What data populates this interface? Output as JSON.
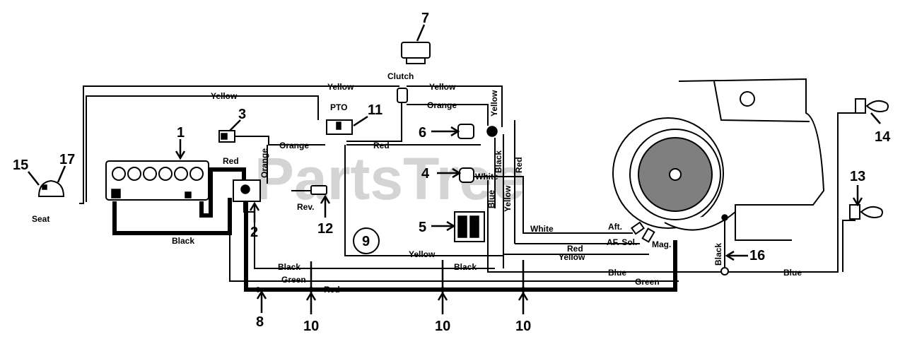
{
  "watermark": "PartsTree",
  "part_numbers": {
    "n1": "1",
    "n2": "2",
    "n3": "3",
    "n4": "4",
    "n5": "5",
    "n6": "6",
    "n7": "7",
    "n8": "8",
    "n9": "9",
    "n10a": "10",
    "n10b": "10",
    "n10c": "10",
    "n11": "11",
    "n12": "12",
    "n13": "13",
    "n14": "14",
    "n15": "15",
    "n16": "16",
    "n17": "17"
  },
  "labels": {
    "clutch": "Clutch",
    "pto": "PTO",
    "seat": "Seat",
    "rev": "Rev.",
    "aft": "Aft.",
    "af_sol": "AF. Sol.",
    "mag": "Mag."
  },
  "wires": {
    "yellow_top_left": "Yellow",
    "yellow_top_mid": "Yellow",
    "yellow_top_right": "Yellow",
    "yellow_vertical": "Yellow",
    "orange_pto": "Orange",
    "orange_mid": "Orange",
    "orange_vertical": "Orange",
    "red_battery": "Red",
    "red_mid": "Red",
    "red_vertical": "Red",
    "black_vertical": "Black",
    "white_mid": "White",
    "yellow_vertical2": "Yellow",
    "blue_vertical": "Blue",
    "white_lower": "White",
    "red_lower": "Red",
    "yellow_lower": "Yellow",
    "black_battery": "Black",
    "yellow_bottom": "Yellow",
    "black_bottom_left": "Black",
    "black_bottom_mid": "Black",
    "green_bottom_left": "Green",
    "red_bottom": "Red",
    "blue_bottom_mid": "Blue",
    "green_bottom_right": "Green",
    "blue_bottom_right": "Blue",
    "black_ground": "Black"
  }
}
